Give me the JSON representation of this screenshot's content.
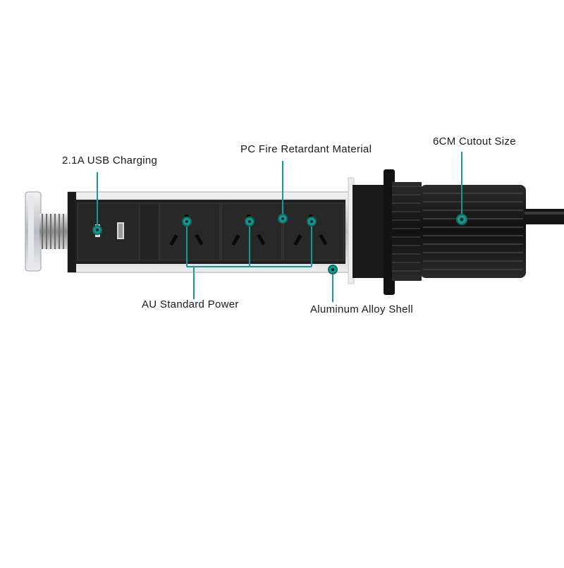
{
  "callouts": {
    "usb": "2.1A USB Charging",
    "pc_material": "PC Fire Retardant Material",
    "cutout": "6CM Cutout Size",
    "au_power": "AU Standard Power",
    "aluminum": "Aluminum Alloy Shell"
  },
  "colors": {
    "accent": "#159a8e",
    "body_black": "#1c1c1c",
    "shell_silver": "#c9cccf",
    "cap_black": "#202020"
  }
}
